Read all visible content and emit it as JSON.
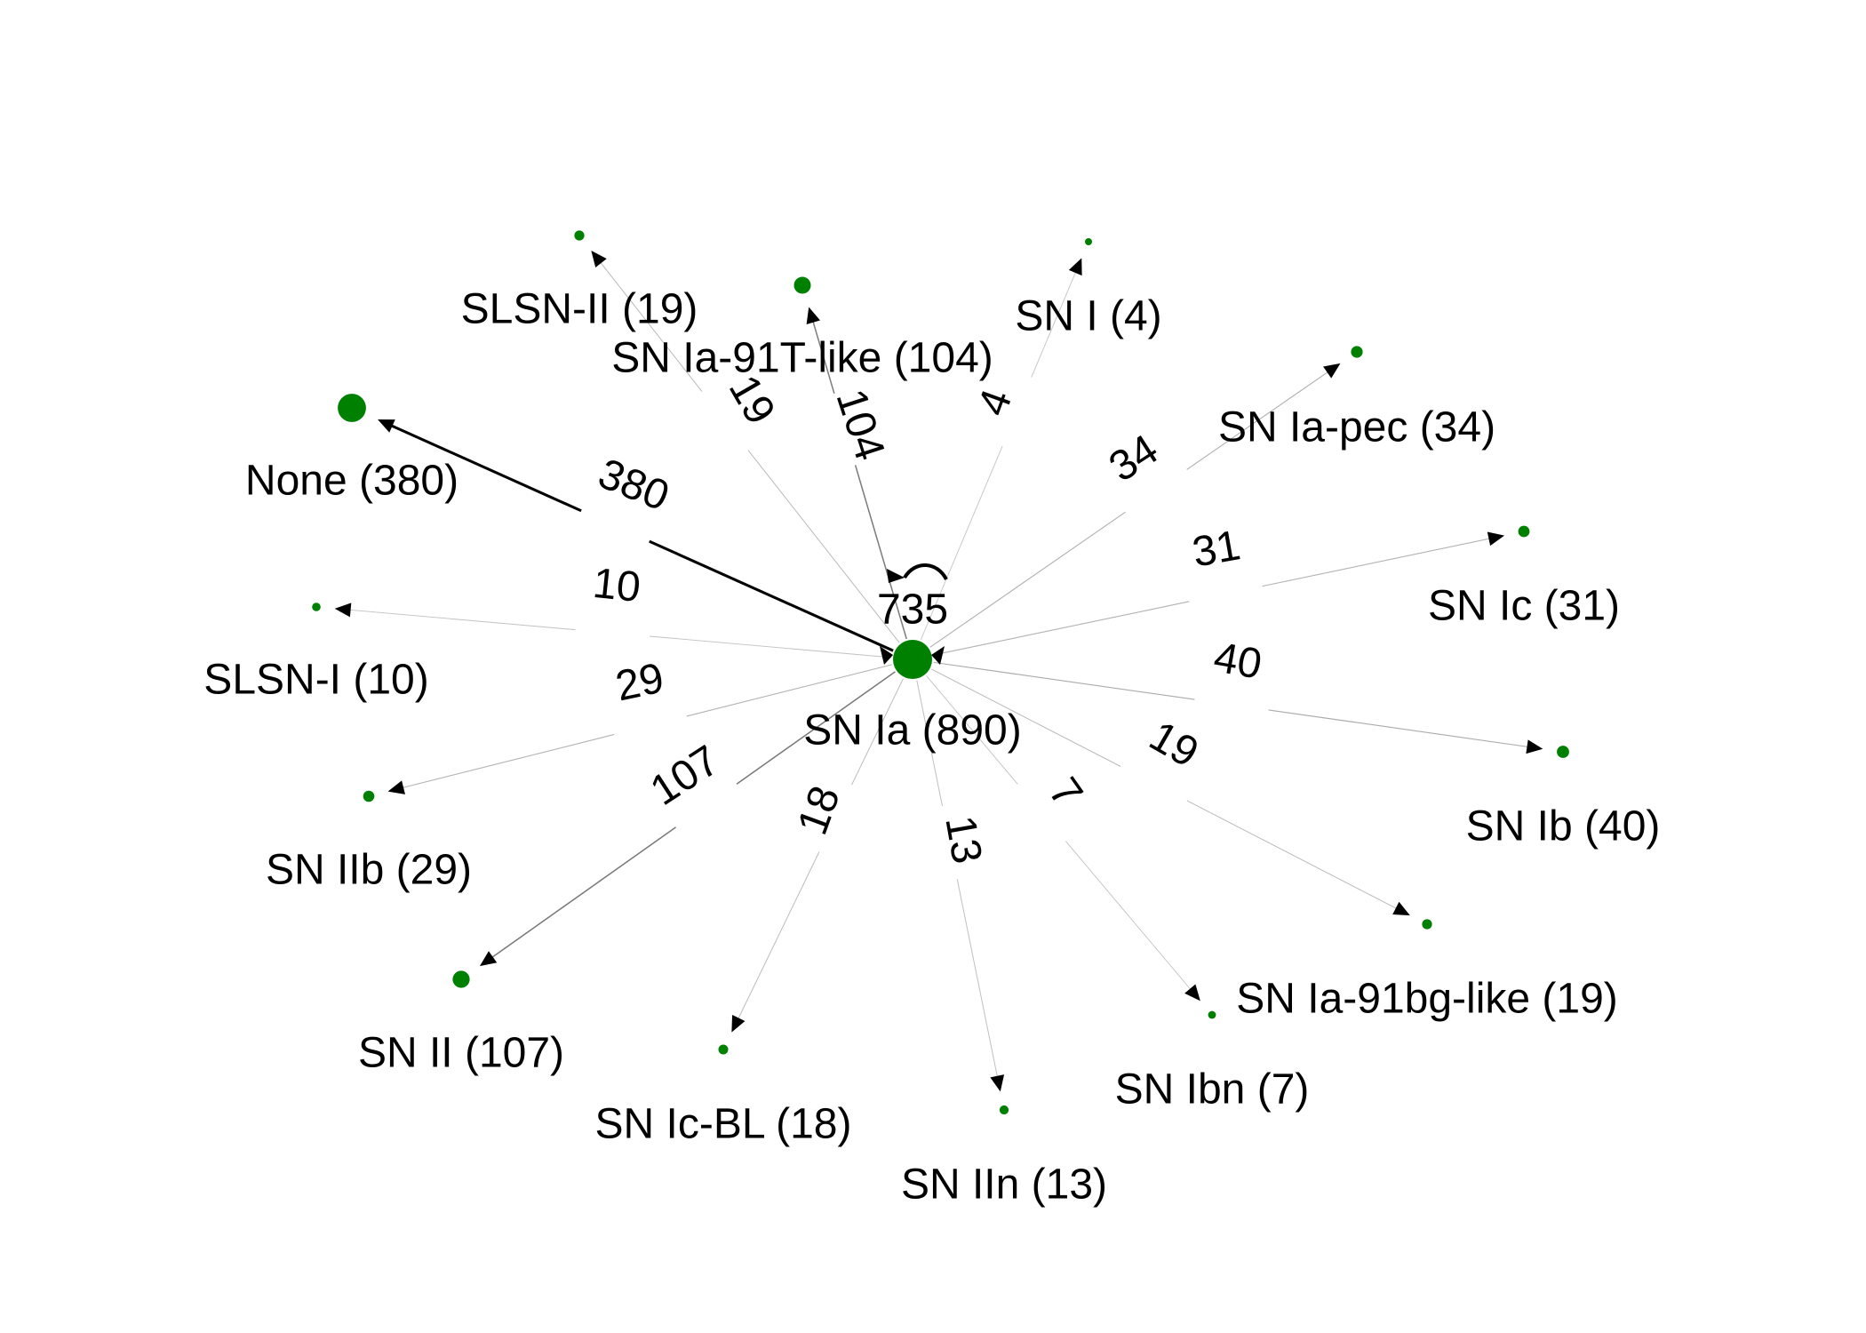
{
  "colors": {
    "node": "#008000",
    "background": "#ffffff",
    "text": "#000000"
  },
  "hub": {
    "id": "sn-ia",
    "label": "SN Ia (890)",
    "count": 890
  },
  "self_loop": {
    "label": "735",
    "count": 735
  },
  "edges": [
    {
      "id": "sn-ia-91t",
      "node_label": "SN Ia-91T-like (104)",
      "edge_label": "104",
      "count": 104
    },
    {
      "id": "sn-i",
      "node_label": "SN I (4)",
      "edge_label": "4",
      "count": 4
    },
    {
      "id": "sn-ia-pec",
      "node_label": "SN Ia-pec (34)",
      "edge_label": "34",
      "count": 34
    },
    {
      "id": "sn-ic",
      "node_label": "SN Ic (31)",
      "edge_label": "31",
      "count": 31
    },
    {
      "id": "sn-ib",
      "node_label": "SN Ib (40)",
      "edge_label": "40",
      "count": 40
    },
    {
      "id": "sn-ia-91bg",
      "node_label": "SN Ia-91bg-like (19)",
      "edge_label": "19",
      "count": 19
    },
    {
      "id": "sn-ibn",
      "node_label": "SN Ibn (7)",
      "edge_label": "7",
      "count": 7
    },
    {
      "id": "sn-iin",
      "node_label": "SN IIn (13)",
      "edge_label": "13",
      "count": 13
    },
    {
      "id": "sn-ic-bl",
      "node_label": "SN Ic-BL (18)",
      "edge_label": "18",
      "count": 18
    },
    {
      "id": "sn-ii",
      "node_label": "SN II (107)",
      "edge_label": "107",
      "count": 107
    },
    {
      "id": "sn-iib",
      "node_label": "SN IIb (29)",
      "edge_label": "29",
      "count": 29
    },
    {
      "id": "slsn-i",
      "node_label": "SLSN-I (10)",
      "edge_label": "10",
      "count": 10
    },
    {
      "id": "none",
      "node_label": "None (380)",
      "edge_label": "380",
      "count": 380
    },
    {
      "id": "slsn-ii",
      "node_label": "SLSN-II (19)",
      "edge_label": "19",
      "count": 19
    }
  ]
}
